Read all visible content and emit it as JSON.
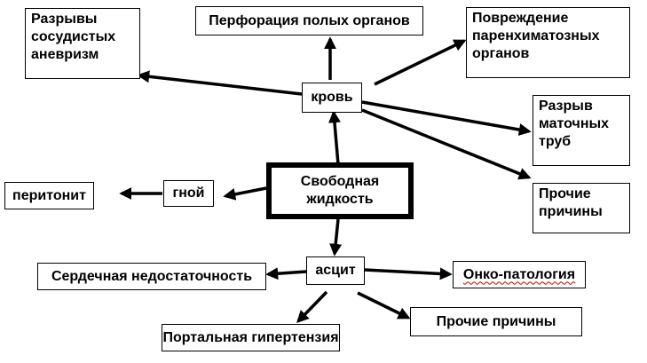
{
  "diagram": {
    "center": {
      "lines": [
        "Свободная",
        "жидкость"
      ]
    },
    "hub_blood": {
      "label": "кровь"
    },
    "hub_pus": {
      "label": "гной"
    },
    "hub_ascites": {
      "label": "асцит"
    },
    "vascular_rupture": {
      "lines": [
        "Разрывы",
        "сосудистых",
        "аневризм"
      ]
    },
    "hollow_perforation": {
      "label": "Перфорация полых органов"
    },
    "parenchymal_damage": {
      "lines": [
        "Повреждение",
        "паренхиматозных",
        "органов"
      ]
    },
    "tube_rupture": {
      "lines": [
        "Разрыв",
        "маточных",
        "труб"
      ]
    },
    "other_causes_blood": {
      "lines": [
        "Прочие",
        "причины"
      ]
    },
    "peritonitis": {
      "label": "перитонит"
    },
    "heart_failure": {
      "label": "Сердечная недостаточность"
    },
    "onco": {
      "label": "Онко-патология"
    },
    "portal_hypertension": {
      "label": "Портальная гипертензия"
    },
    "other_causes_ascites": {
      "label": "Прочие причины"
    }
  }
}
